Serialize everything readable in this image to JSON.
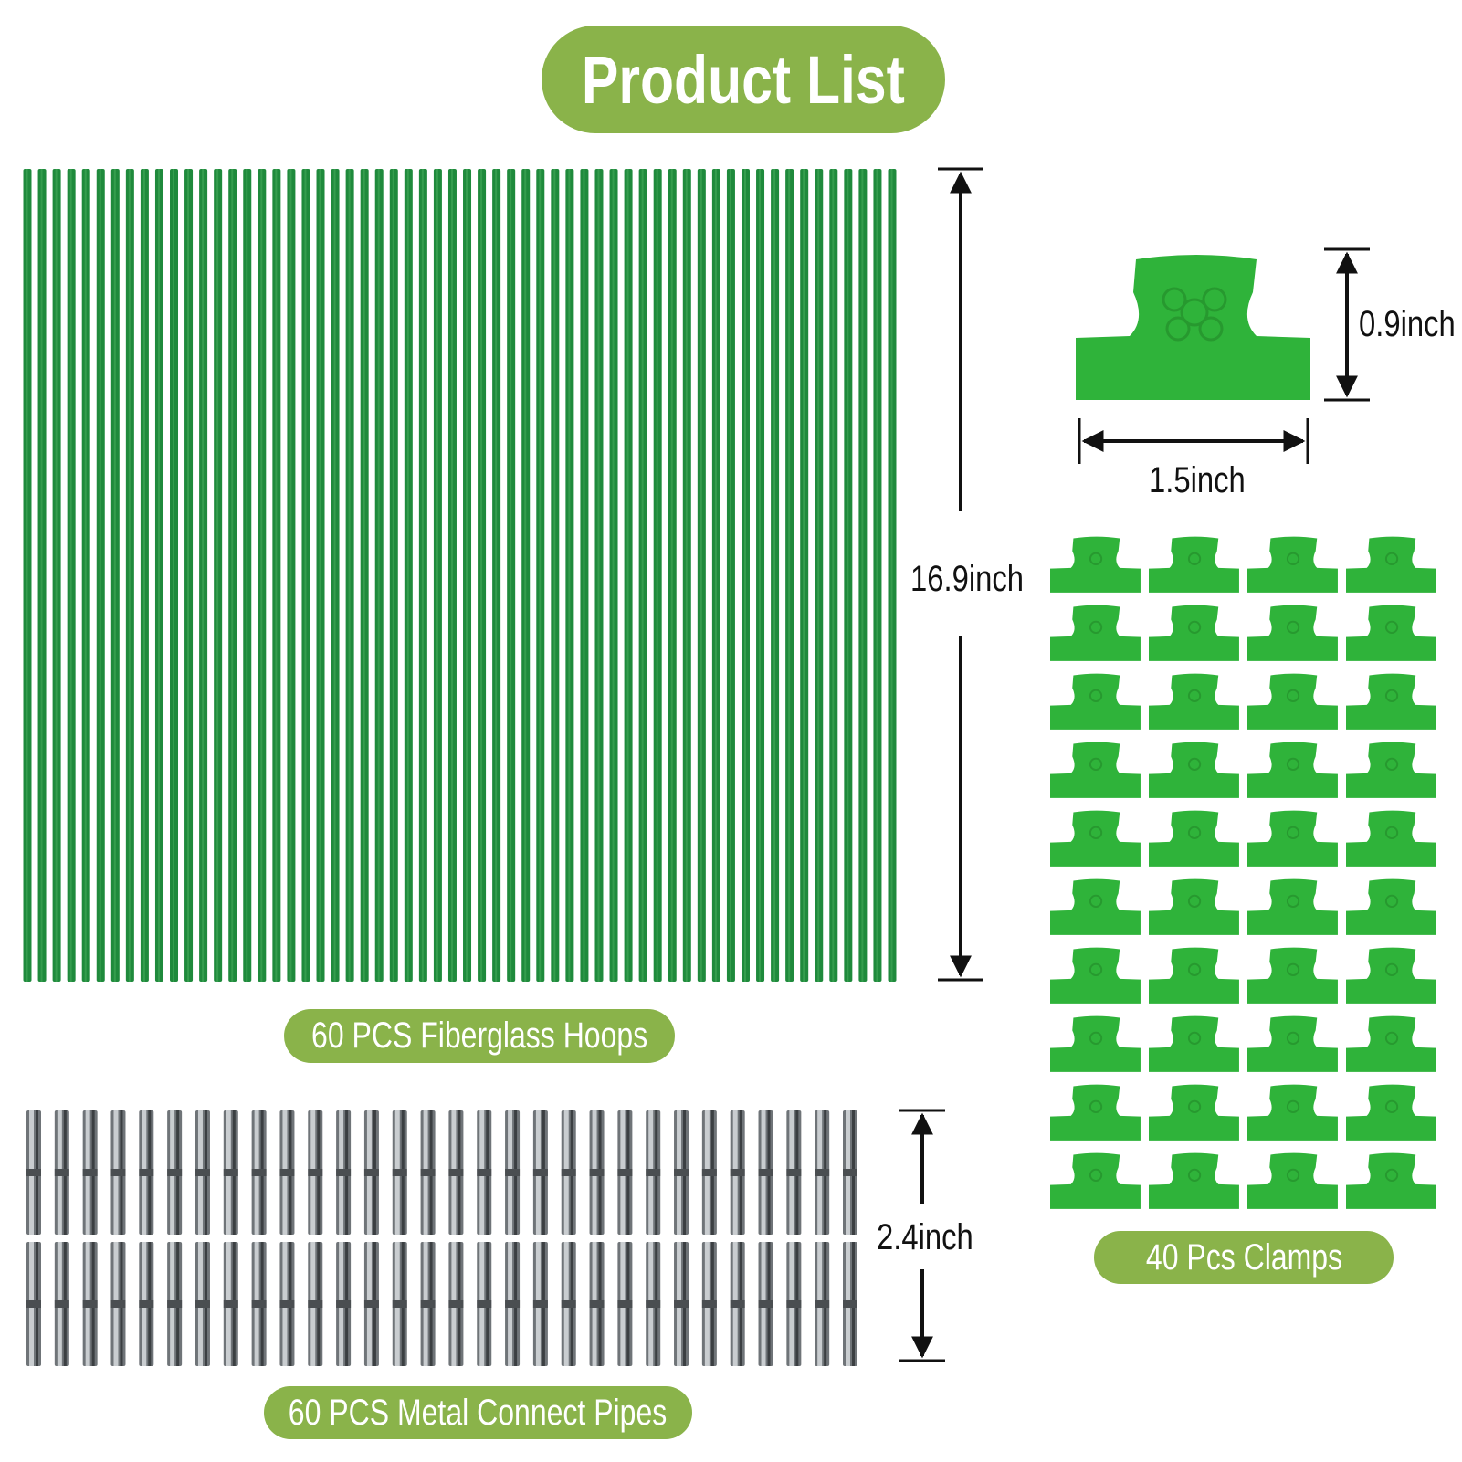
{
  "title": "Product List",
  "hoops": {
    "label": "60 PCS Fiberglass Hoops",
    "count": 60,
    "length_label": "16.9inch",
    "color": "#1f8a3c"
  },
  "pipes": {
    "label": "60 PCS Metal Connect Pipes",
    "count": 60,
    "rows": 2,
    "length_label": "2.4inch"
  },
  "clamps": {
    "label": "40 Pcs Clamps",
    "count": 40,
    "columns": 4,
    "rows": 10,
    "height_label": "0.9inch",
    "width_label": "1.5inch",
    "color": "#2fb33a"
  },
  "colors": {
    "accent": "#8ab34a",
    "text": "#111111"
  }
}
